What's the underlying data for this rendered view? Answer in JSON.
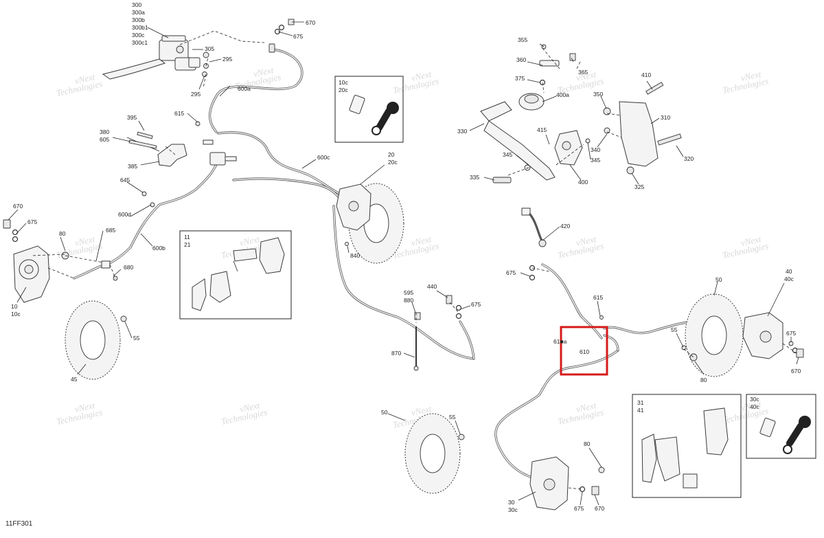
{
  "diagram_code": "11FF301",
  "watermark_lines": [
    "vNext",
    "Technologies"
  ],
  "highlight_color": "#d61a1a",
  "callouts": {
    "c300": "300",
    "c300a": "300a",
    "c300b": "300b",
    "c300b1": "300b1",
    "c300c": "300c",
    "c300c1": "300c1",
    "c670a": "670",
    "c675a": "675",
    "c305": "305",
    "c295a": "295",
    "c295b": "295",
    "c600a": "600a",
    "c615a": "615",
    "c395": "395",
    "c380": "380",
    "c605": "605",
    "c385": "385",
    "c600c": "600c",
    "c20": "20",
    "c20c": "20c",
    "c645": "645",
    "c600d": "600d",
    "c600b": "600b",
    "c670b": "670",
    "c675b": "675",
    "c80a": "80",
    "c685": "685",
    "c680": "680",
    "c10": "10",
    "c10c": "10c",
    "c11": "11",
    "c21": "21",
    "c840": "840",
    "c595": "595",
    "c880": "880",
    "c440": "440",
    "c675c": "675",
    "c55a": "55",
    "c45": "45",
    "c870": "870",
    "c10c_box": "10c",
    "c20c_box": "20c",
    "c355": "355",
    "c360": "360",
    "c365": "365",
    "c375": "375",
    "c400a": "400a",
    "c350": "350",
    "c410": "410",
    "c330": "330",
    "c415": "415",
    "c310": "310",
    "c340": "340",
    "c345a": "345",
    "c345b": "345",
    "c320": "320",
    "c335": "335",
    "c400": "400",
    "c325": "325",
    "c420": "420",
    "c675d": "675",
    "c615b": "615",
    "c61xa": "61■a",
    "c610": "610",
    "c50a": "50",
    "c40": "40",
    "c40c": "40c",
    "c55b": "55",
    "c675e": "675",
    "c80b": "80",
    "c670c": "670",
    "c31": "31",
    "c41": "41",
    "c30c_box": "30c",
    "c40c_box": "40c",
    "c50b": "50",
    "c55c": "55",
    "c80c": "80",
    "c30": "30",
    "c30c": "30c",
    "c675f": "675",
    "c670d": "670"
  }
}
